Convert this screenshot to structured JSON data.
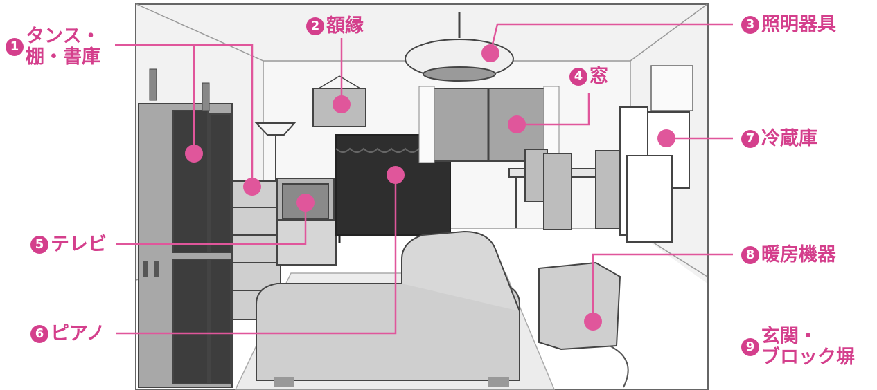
{
  "colors": {
    "accent": "#d43f8c",
    "line": "#e0569b",
    "illustration_bg": "#f2f2f2",
    "dark_fill": "#4a4a4a"
  },
  "labels": [
    {
      "num": "1",
      "lines": [
        "タンス・",
        "棚・書庫"
      ]
    },
    {
      "num": "2",
      "lines": [
        "額縁"
      ]
    },
    {
      "num": "3",
      "lines": [
        "照明器具"
      ]
    },
    {
      "num": "4",
      "lines": [
        "窓"
      ]
    },
    {
      "num": "5",
      "lines": [
        "テレビ"
      ]
    },
    {
      "num": "6",
      "lines": [
        "ピアノ"
      ]
    },
    {
      "num": "7",
      "lines": [
        "冷蔵庫"
      ]
    },
    {
      "num": "8",
      "lines": [
        "暖房機器"
      ]
    },
    {
      "num": "9",
      "lines": [
        "玄関・",
        "ブロック塀"
      ]
    }
  ]
}
